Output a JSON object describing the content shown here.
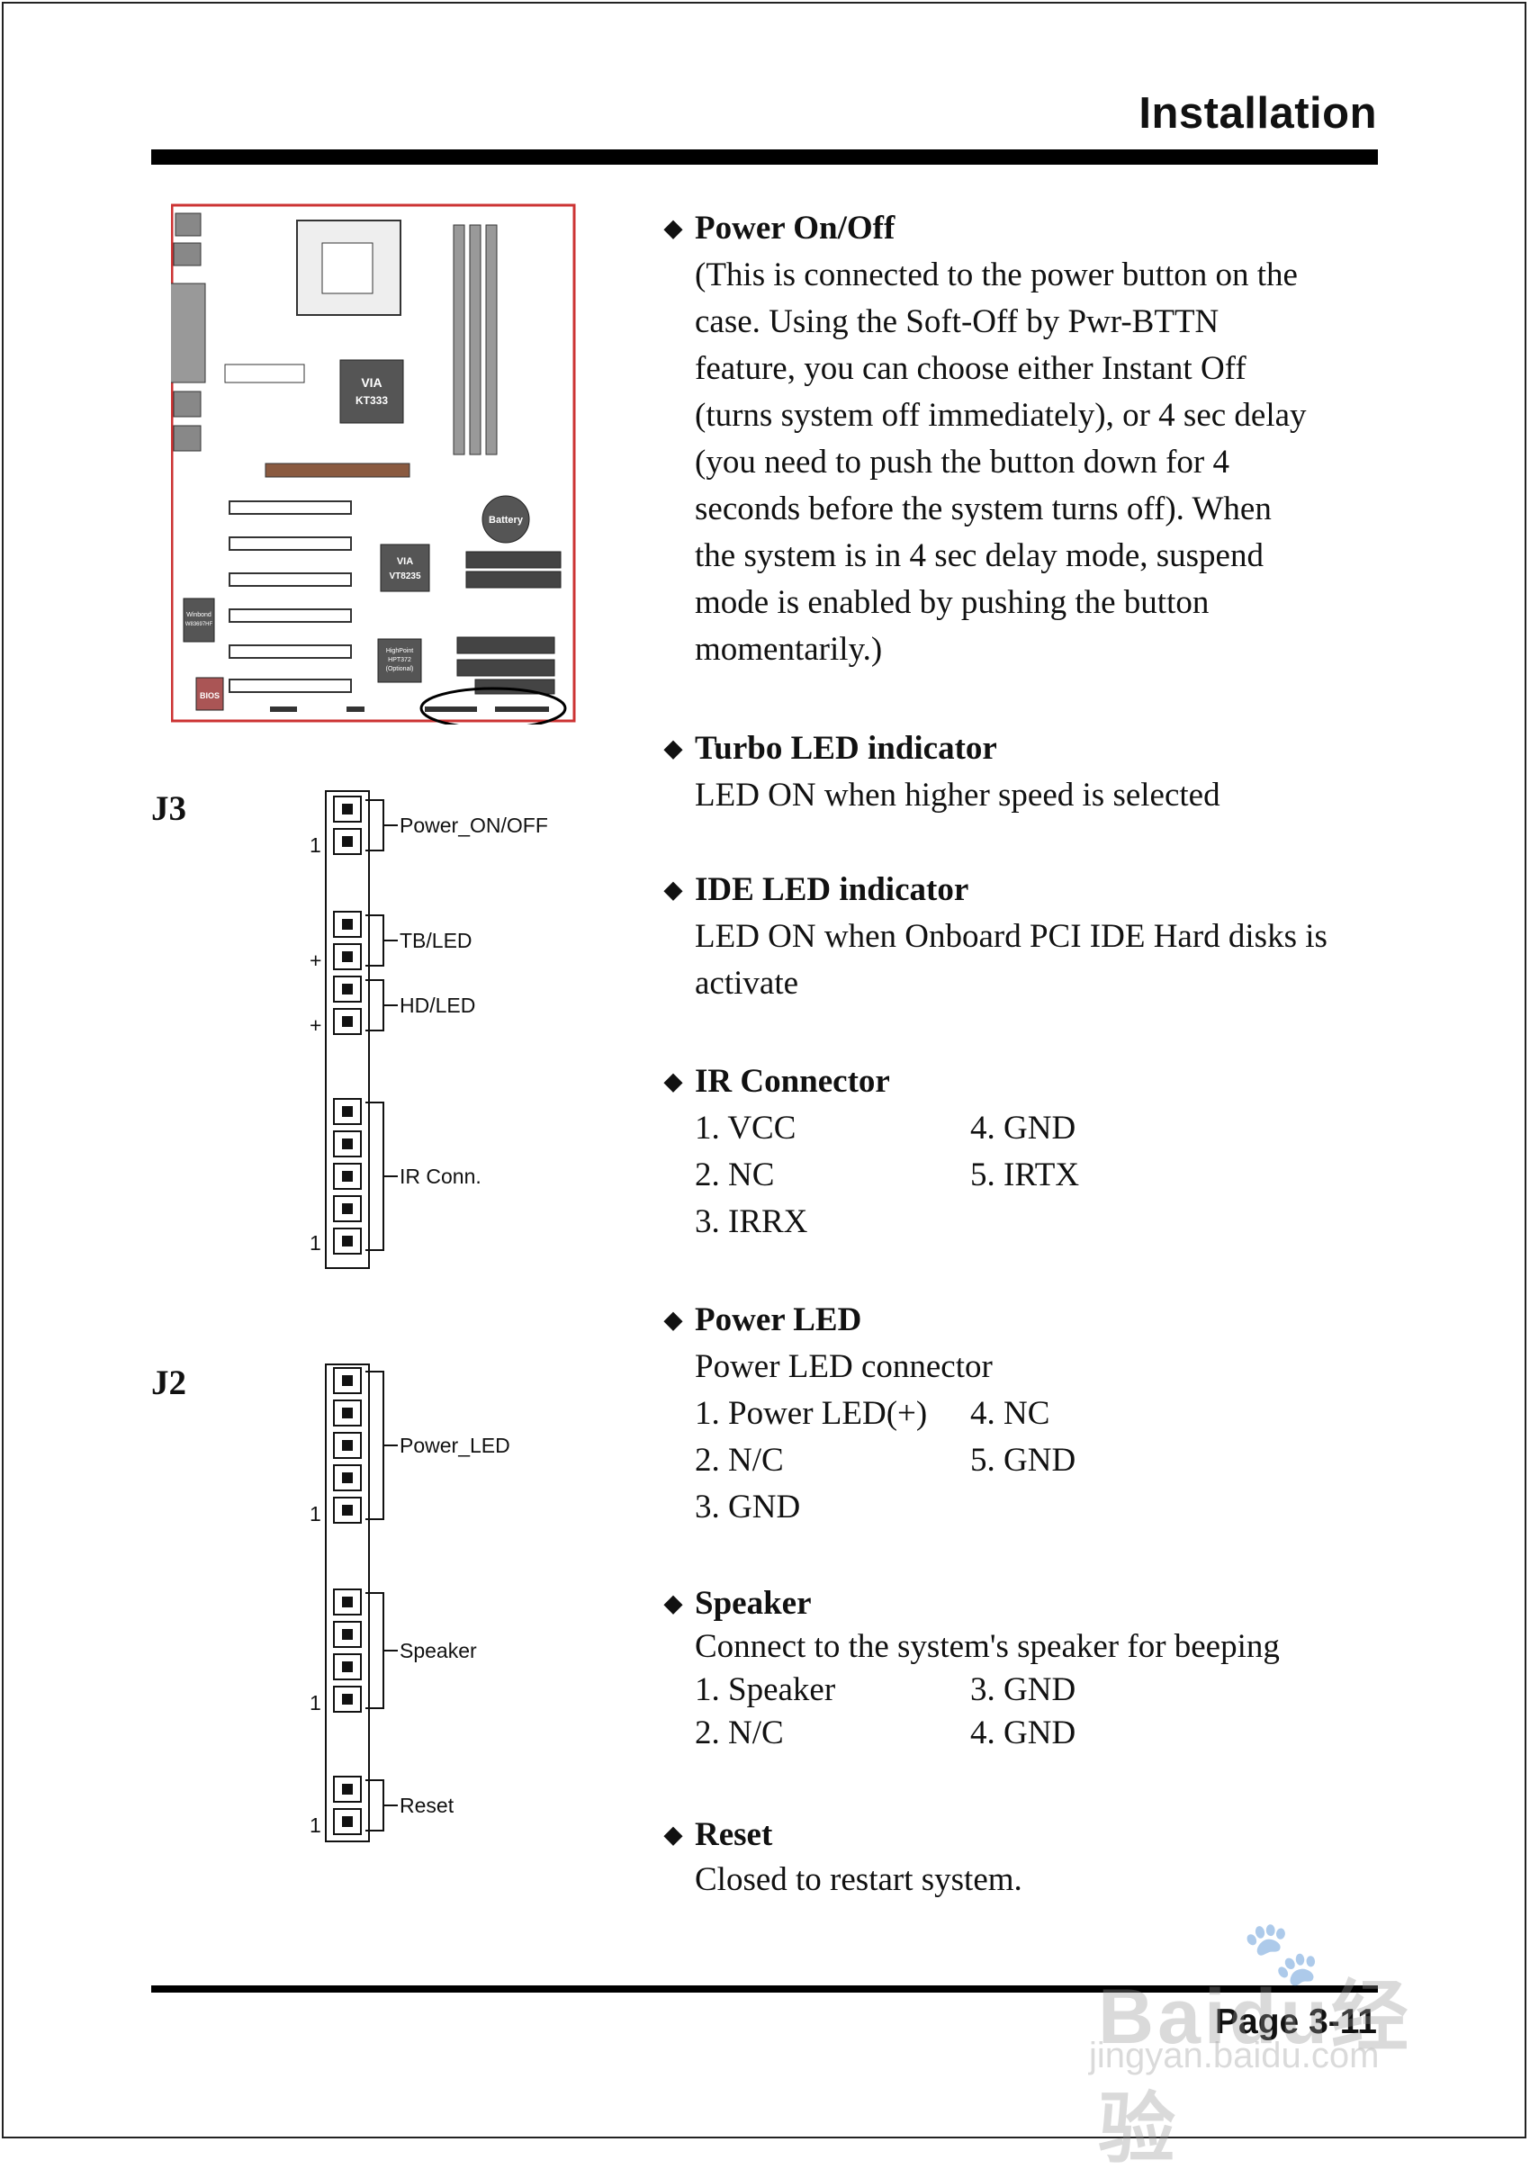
{
  "header": {
    "title": "Installation"
  },
  "footer": {
    "page": "Page 3-11"
  },
  "watermark": {
    "brand": "Baidu",
    "brand_cn": "经验",
    "url": "jingyan.baidu.com"
  },
  "board": {
    "chip_north": [
      "VIA",
      "KT333"
    ],
    "chip_south": [
      "VIA",
      "VT8235"
    ],
    "chip_raid": [
      "HighPoint",
      "HPT372",
      "(Optional)"
    ],
    "battery": "Battery",
    "bios": "BIOS",
    "winbond": [
      "Winbond",
      "W83697HF"
    ]
  },
  "j3": {
    "label": "J3",
    "groups": {
      "power_onoff": "Power_ON/OFF",
      "tb_led": "TB/LED",
      "hd_led": "HD/LED",
      "ir_conn": "IR Conn."
    },
    "marks": {
      "one": "1",
      "plus": "+"
    }
  },
  "j2": {
    "label": "J2",
    "groups": {
      "power_led": "Power_LED",
      "speaker": "Speaker",
      "reset": "Reset"
    },
    "marks": {
      "one": "1"
    }
  },
  "sections": {
    "power": {
      "title": "Power On/Off",
      "lines": [
        "(This is connected to the power button on the",
        "case.  Using the Soft-Off by Pwr-BTTN",
        "feature, you can choose either Instant Off",
        "(turns system off immediately), or 4 sec delay",
        "(you need to push the button down for 4",
        "seconds before the system turns off).  When",
        "the system is in 4 sec delay mode, suspend",
        "mode is enabled by pushing the button",
        "momentarily.)"
      ]
    },
    "turbo": {
      "title": "Turbo LED indicator",
      "lines": [
        "LED ON when higher speed is selected"
      ]
    },
    "ide": {
      "title": "IDE LED indicator",
      "lines": [
        "LED ON when Onboard PCI IDE Hard disks is",
        "activate"
      ]
    },
    "ir": {
      "title": "IR Connector",
      "pins": [
        "1. VCC",
        "4. GND",
        "2. NC",
        "5. IRTX",
        "3. IRRX",
        ""
      ]
    },
    "pled": {
      "title": "Power LED",
      "desc": "Power LED connector",
      "pins": [
        "1. Power  LED(+)",
        "4. NC",
        "2. N/C",
        "5. GND",
        "3. GND",
        ""
      ]
    },
    "speaker": {
      "title": "Speaker",
      "desc": "Connect to the system's speaker for beeping",
      "pins": [
        "1. Speaker",
        "3. GND",
        "2. N/C",
        "4. GND"
      ]
    },
    "reset": {
      "title": "Reset",
      "lines": [
        "Closed to restart system."
      ]
    }
  }
}
